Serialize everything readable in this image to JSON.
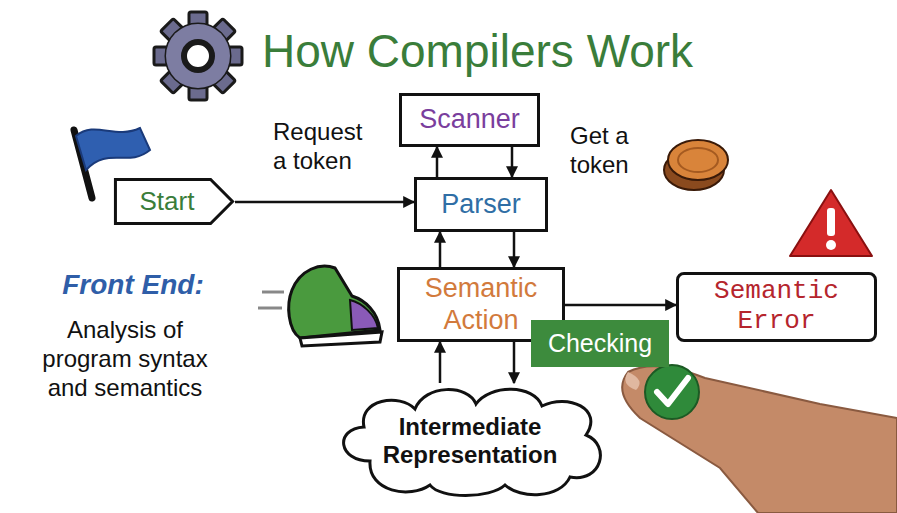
{
  "diagram": {
    "title": "How Compilers Work",
    "nodes": [
      {
        "text": [
          "Scanner"
        ]
      },
      {
        "text": [
          "Start"
        ]
      },
      {
        "text": [
          "Parser"
        ]
      },
      {
        "text": [
          "Semantic Action"
        ]
      },
      {
        "text": [
          "Semantic Error"
        ]
      },
      {
        "text": [
          "Checking"
        ]
      },
      {
        "text": [
          "Intermediate Representation"
        ]
      }
    ],
    "edges": [
      {
        "from": 1,
        "to": 2,
        "arrow": "to"
      },
      {
        "from": 2,
        "to": 0,
        "arrow": "to"
      },
      {
        "from": 0,
        "to": 2,
        "arrow": "to"
      },
      {
        "from": 2,
        "to": 3,
        "arrow": "to"
      },
      {
        "from": 3,
        "to": 2,
        "arrow": "to"
      },
      {
        "from": 3,
        "to": 4,
        "arrow": "to"
      },
      {
        "from": 3,
        "to": 6,
        "arrow": "to"
      },
      {
        "from": 6,
        "to": 3,
        "arrow": "to"
      }
    ],
    "labels": [
      "Request a token",
      "Get a token",
      "Front End:",
      "Analysis of program syntax and semantics"
    ]
  }
}
